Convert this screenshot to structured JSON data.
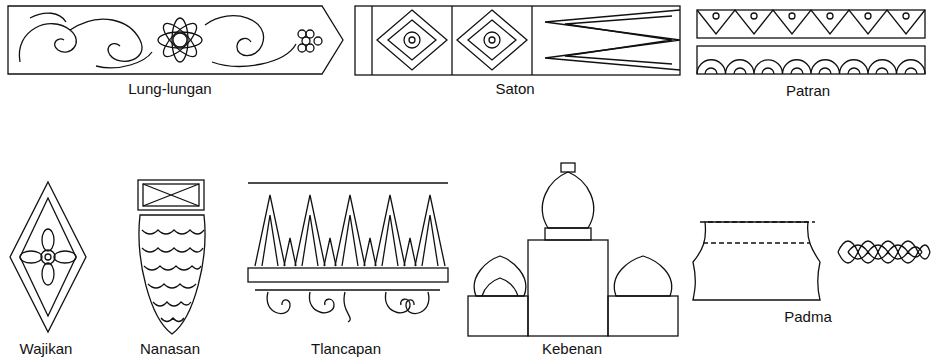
{
  "diagram": {
    "labels": [
      "Lung-lungan",
      "Saton",
      "Patran",
      "Wajikan",
      "Nanasan",
      "Tlancapan",
      "Kebenan",
      "Padma"
    ]
  }
}
